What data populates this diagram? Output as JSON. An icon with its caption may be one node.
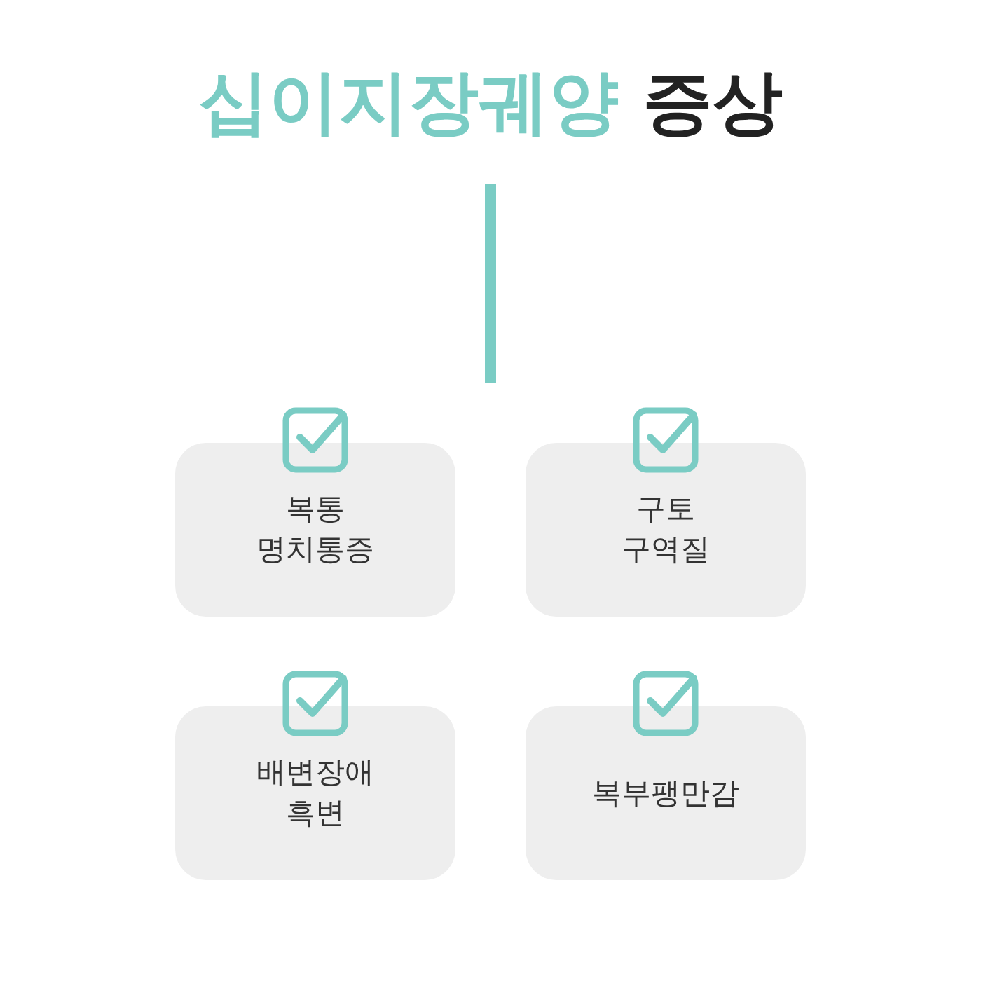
{
  "diagram": {
    "title": "십이지장궤양 증상",
    "nodes": [
      {
        "text": [
          "복통 명치통증"
        ]
      },
      {
        "text": [
          "구토 구역질"
        ]
      },
      {
        "text": [
          "배변장애 흑변"
        ]
      },
      {
        "text": [
          "복부팽만감"
        ]
      }
    ],
    "edges": []
  }
}
